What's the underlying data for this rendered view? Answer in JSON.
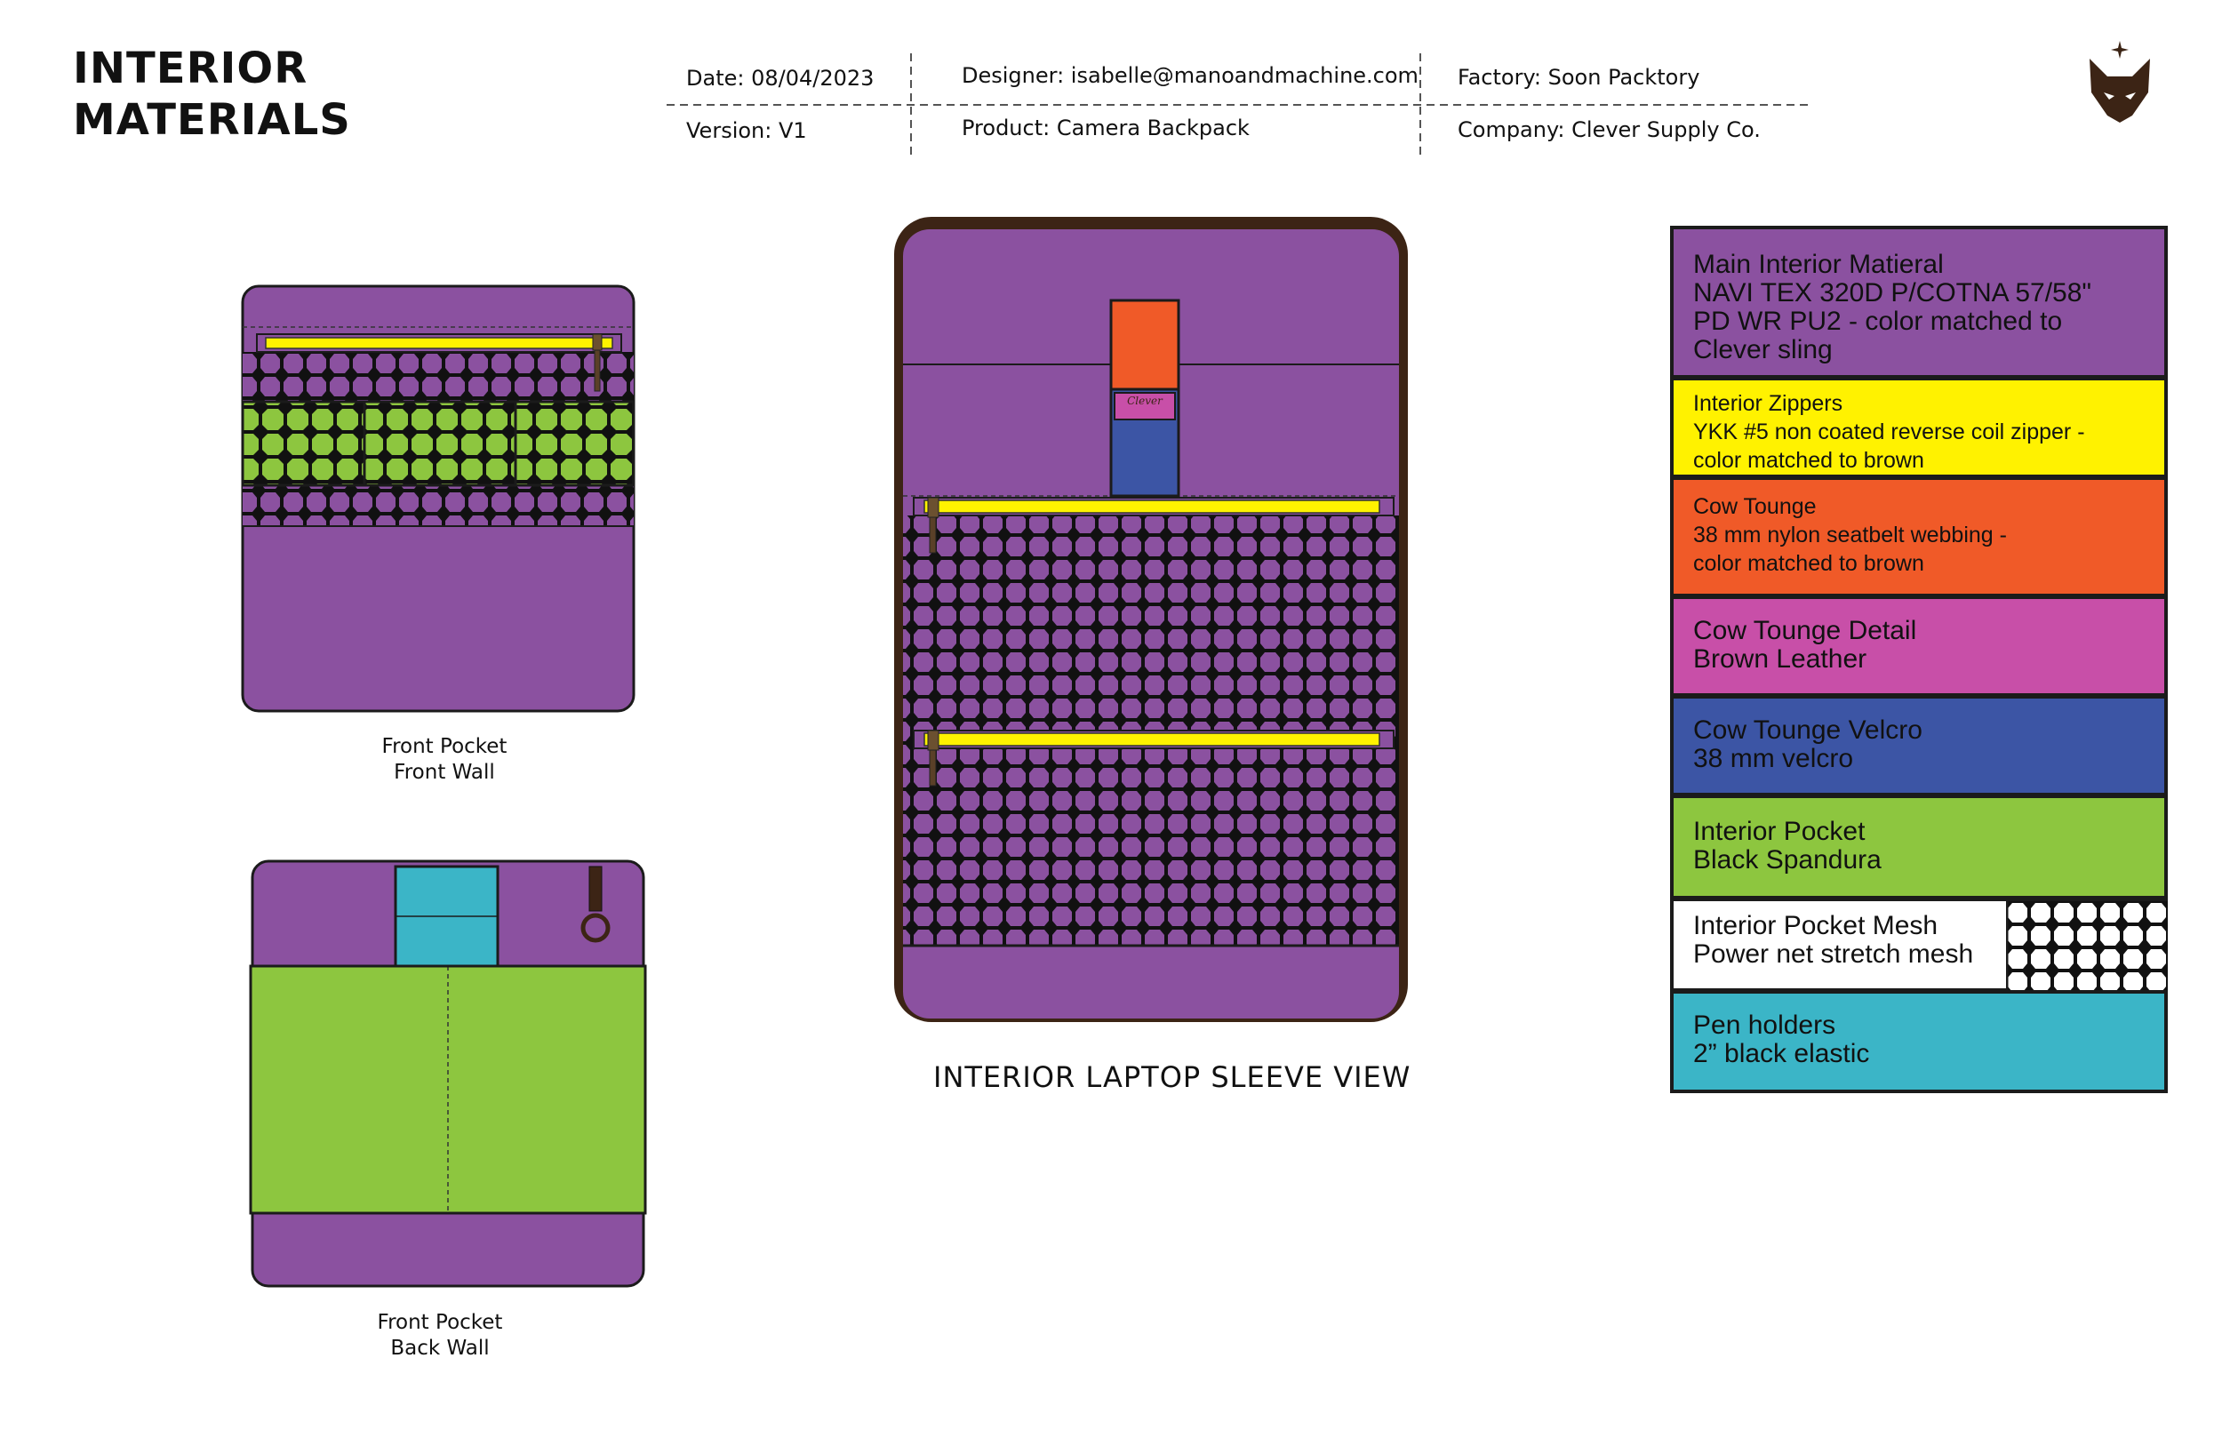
{
  "header": {
    "title_line1": "INTERIOR",
    "title_line2": "MATERIALS",
    "date": "Date: 08/04/2023",
    "version": "Version: V1",
    "designer": "Designer: isabelle@manoandmachine.com",
    "product": "Product: Camera Backpack",
    "factory": "Factory: Soon Packtory",
    "company": "Company: Clever Supply Co."
  },
  "views": {
    "front_wall_caption_1": "Front Pocket",
    "front_wall_caption_2": "Front Wall",
    "back_wall_caption_1": "Front Pocket",
    "back_wall_caption_2": "Back Wall",
    "sleeve_caption": "INTERIOR LAPTOP SLEEVE VIEW",
    "tab_label": "Clever"
  },
  "colors": {
    "purple": "#8b51a0",
    "yellow": "#fff200",
    "orange": "#f05a28",
    "pink": "#c84fa8",
    "blue": "#3c55a5",
    "green": "#8dc63f",
    "teal": "#3bb5c7",
    "brown": "#3c2415"
  },
  "legend": [
    {
      "name": "main-interior",
      "color": "#8b51a0",
      "text": "Main Interior Matieral\nNAVI TEX   320D P/COTNA 57/58\"\nPD WR PU2 - color matched to\nClever sling"
    },
    {
      "name": "interior-zippers",
      "color": "#fff200",
      "text": "Interior Zippers\nYKK #5 non coated reverse coil zipper -\ncolor matched to brown"
    },
    {
      "name": "cow-tounge",
      "color": "#f05a28",
      "text": "Cow Tounge\n38 mm nylon seatbelt webbing -\ncolor matched to brown"
    },
    {
      "name": "cow-tounge-detail",
      "color": "#c84fa8",
      "text": "Cow Tounge Detail\nBrown Leather"
    },
    {
      "name": "cow-tounge-velcro",
      "color": "#3c55a5",
      "text": "Cow Tounge Velcro\n38 mm velcro"
    },
    {
      "name": "interior-pocket",
      "color": "#8dc63f",
      "text": "Interior Pocket\nBlack Spandura"
    },
    {
      "name": "interior-pocket-mesh",
      "color": "#ffffff",
      "text": "Interior Pocket Mesh\nPower net stretch mesh"
    },
    {
      "name": "pen-holders",
      "color": "#3bb5c7",
      "text": "Pen holders\n2” black elastic"
    }
  ]
}
